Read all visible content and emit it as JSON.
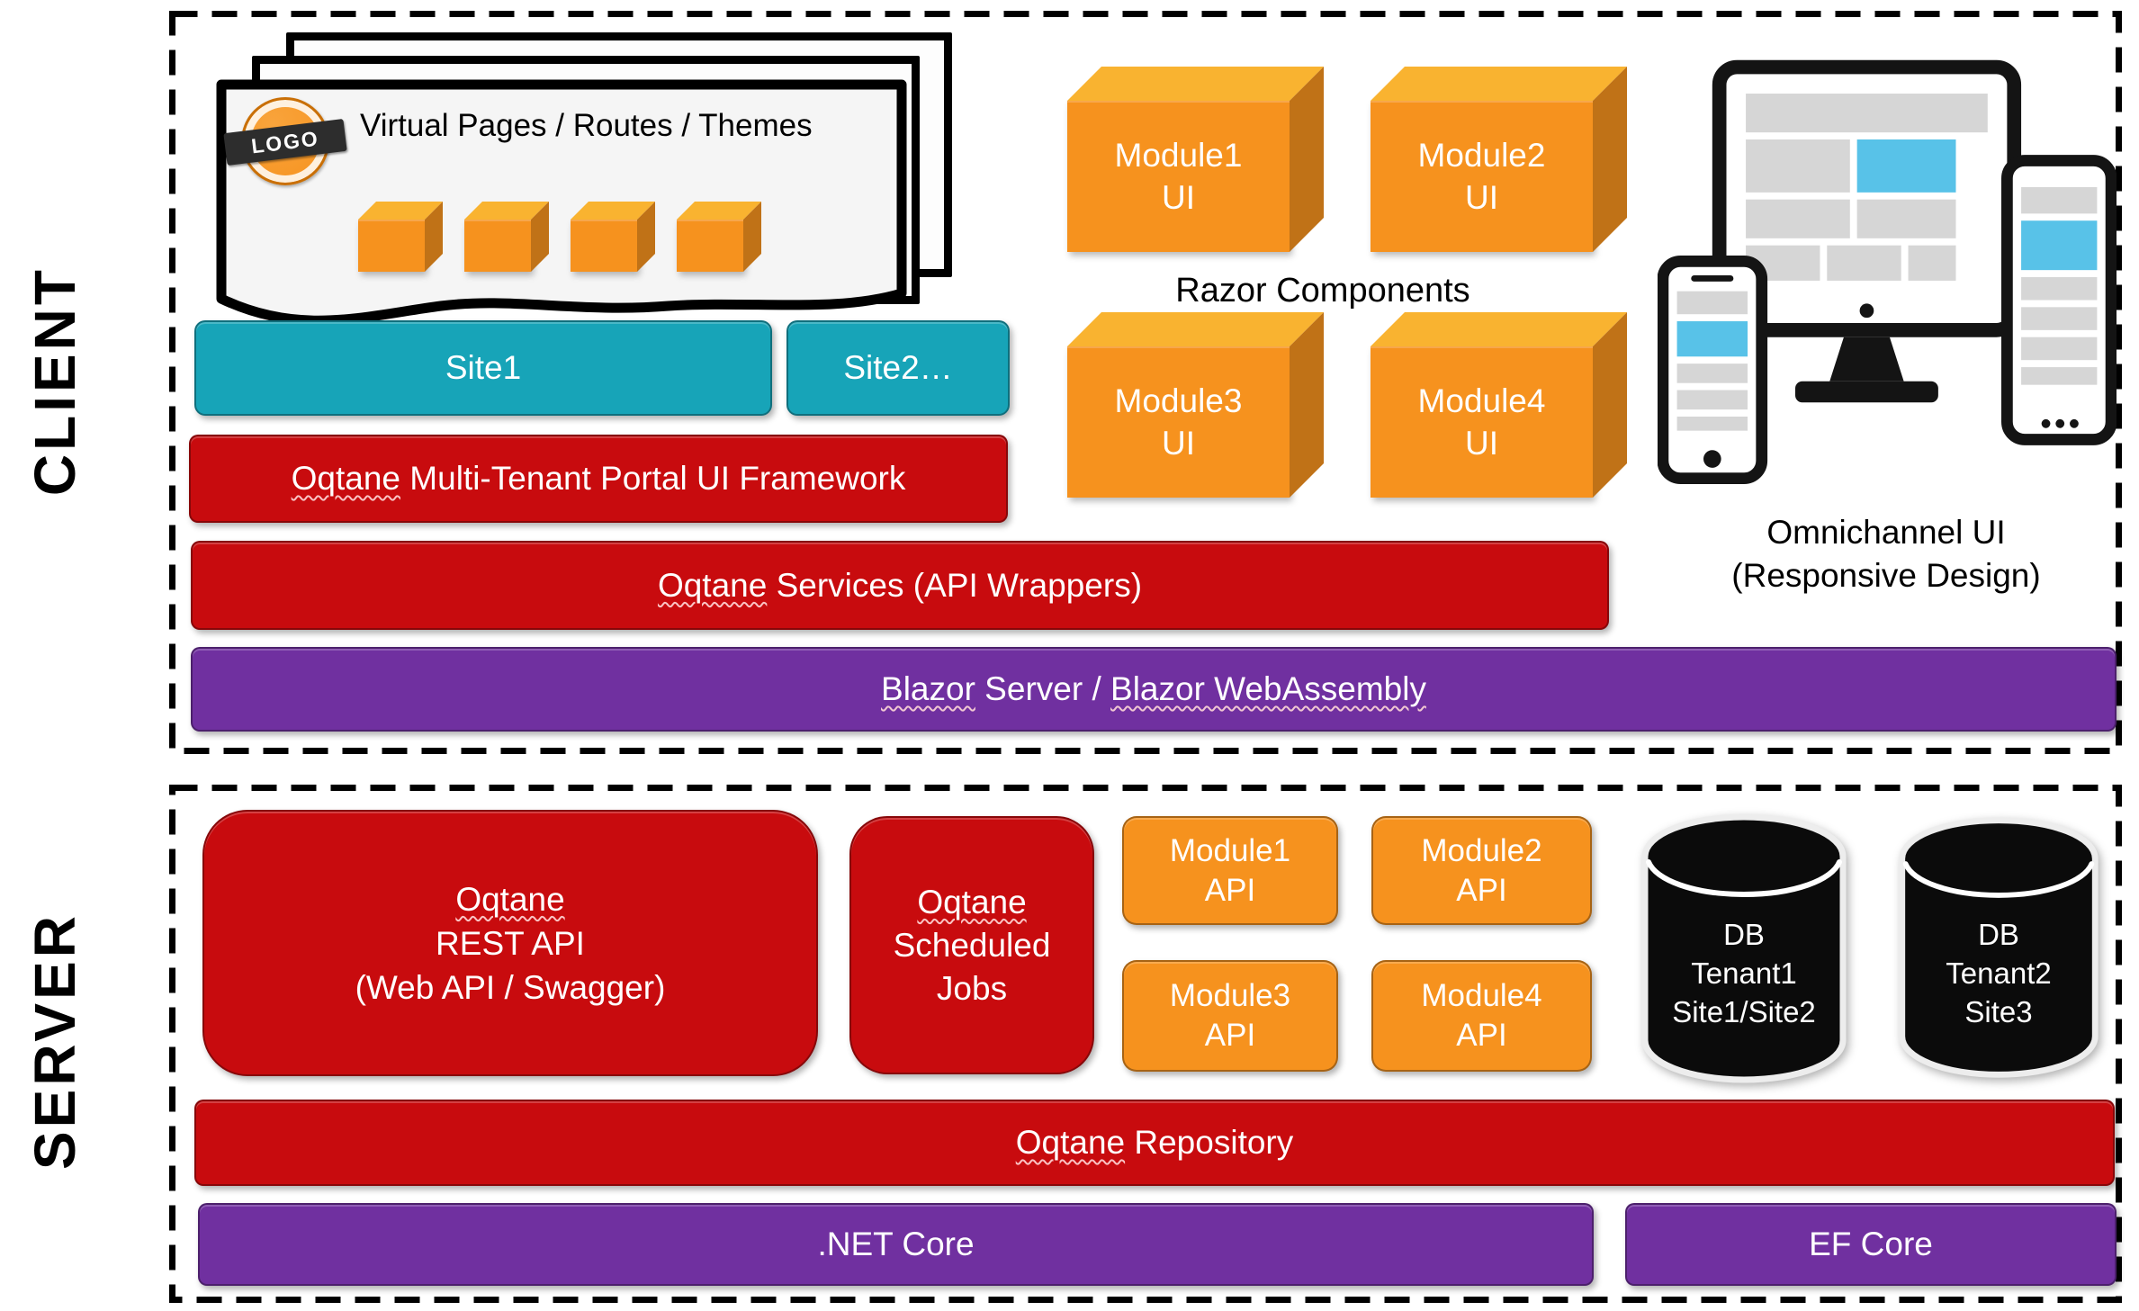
{
  "colors": {
    "red": "#C80B0E",
    "orange": "#F6921E",
    "teal": "#17A4B8",
    "purple": "#7030A0",
    "device_blue": "#58C2E8",
    "db_black": "#0B0B0B"
  },
  "client": {
    "section_label": "CLIENT",
    "pages": {
      "logo": "LOGO",
      "title": "Virtual Pages / Routes / Themes"
    },
    "sites": {
      "site1": "Site1",
      "site2": "Site2…"
    },
    "framework_bar": {
      "word": "Oqtane",
      "rest": " Multi-Tenant Portal UI Framework"
    },
    "services_bar": {
      "word": "Oqtane",
      "rest": " Services (API Wrappers)"
    },
    "blazor_bar": {
      "p1": "Blazor",
      "p2": " Server / ",
      "p3": "Blazor WebAssembly"
    },
    "razor_components_label": "Razor Components",
    "module_ui": [
      {
        "line1": "Module1",
        "line2": "UI"
      },
      {
        "line1": "Module2",
        "line2": "UI"
      },
      {
        "line1": "Module3",
        "line2": "UI"
      },
      {
        "line1": "Module4",
        "line2": "UI"
      }
    ],
    "omnichannel": {
      "line1": "Omnichannel UI",
      "line2": "(Responsive Design)"
    }
  },
  "server": {
    "section_label": "SERVER",
    "rest_api": {
      "word": "Oqtane",
      "line2": "REST API",
      "line3": "(Web API / Swagger)"
    },
    "scheduled_jobs": {
      "word": "Oqtane",
      "line2": "Scheduled",
      "line3": "Jobs"
    },
    "module_api": [
      {
        "line1": "Module1",
        "line2": "API"
      },
      {
        "line1": "Module2",
        "line2": "API"
      },
      {
        "line1": "Module3",
        "line2": "API"
      },
      {
        "line1": "Module4",
        "line2": "API"
      }
    ],
    "databases": [
      {
        "line1": "DB",
        "line2": "Tenant1",
        "line3": "Site1/Site2"
      },
      {
        "line1": "DB",
        "line2": "Tenant2",
        "line3": "Site3"
      }
    ],
    "repository_bar": {
      "word": "Oqtane",
      "rest": " Repository"
    },
    "netcore_bar": ".NET Core",
    "efcore_bar": "EF Core"
  }
}
